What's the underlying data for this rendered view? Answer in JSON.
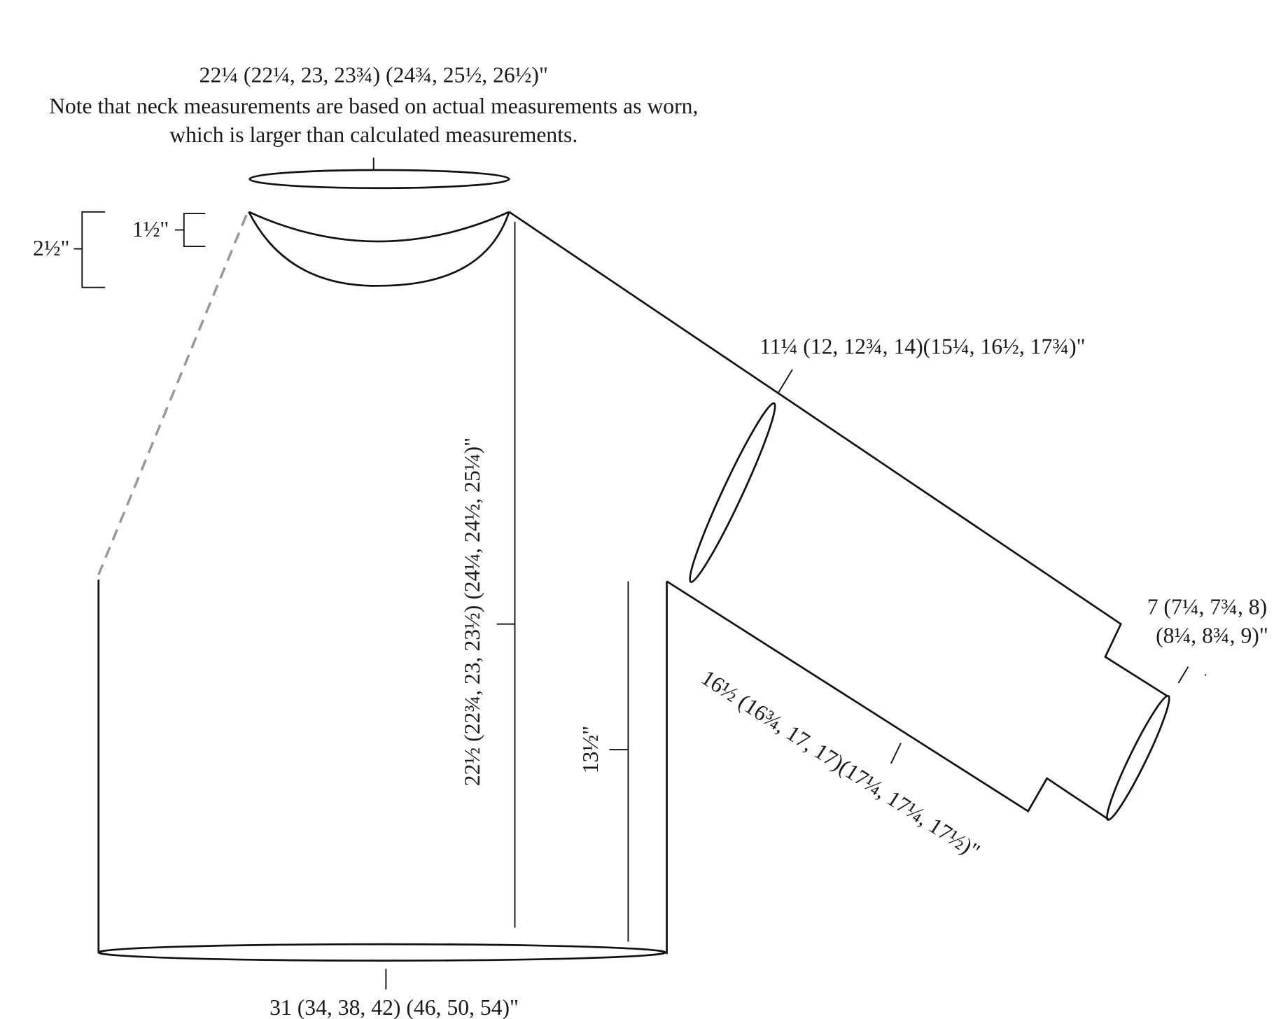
{
  "title": {
    "neck_circumference": "22¼ (22¼, 23, 23¾) (24¾, 25½, 26½)\"",
    "note_line1": "Note that neck measurements are based on actual measurements as worn,",
    "note_line2": "which is larger than calculated measurements."
  },
  "measurements": {
    "front_neck_depth": "1½\"",
    "back_neck_depth": "2½\"",
    "body_length": "22½ (22¾, 23, 23½) (24¼, 24½, 25¼)\"",
    "underarm_to_hem": "13½\"",
    "hem_circumference": "31 (34, 38, 42) (46, 50, 54)\"",
    "upper_arm_circumference": "11¼ (12, 12¾, 14)(15¼, 16½, 17¾)\"",
    "cuff_circumference_line1": "7 (7¼, 7¾, 8)",
    "cuff_circumference_line2": "(8¼, 8¾, 9)\"",
    "sleeve_length": "16½ (16¾, 17, 17)(17¼, 17¼, 17½)\""
  },
  "colors": {
    "line": "#111111",
    "dashed_line": "#999999",
    "background": "#ffffff"
  }
}
